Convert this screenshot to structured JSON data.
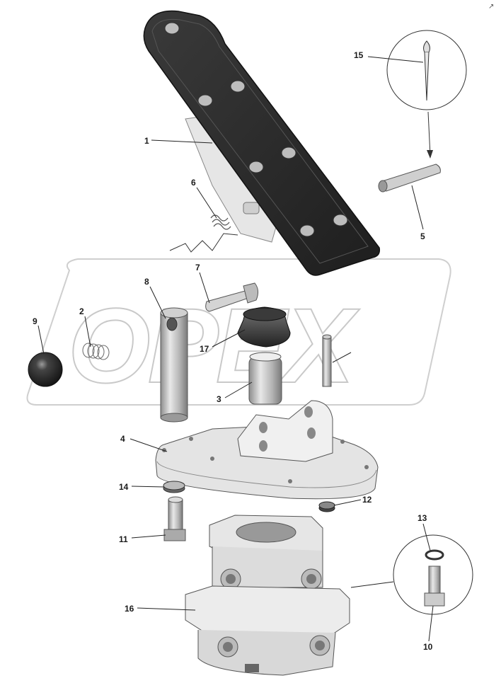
{
  "watermark": {
    "text": "OPEX"
  },
  "corner_mark": "↗",
  "callouts": [
    {
      "id": "p1",
      "label": "1"
    },
    {
      "id": "p2",
      "label": "2"
    },
    {
      "id": "p3",
      "label": "3"
    },
    {
      "id": "p4",
      "label": "4"
    },
    {
      "id": "p5",
      "label": "5"
    },
    {
      "id": "p6",
      "label": "6"
    },
    {
      "id": "p7",
      "label": "7"
    },
    {
      "id": "p8",
      "label": "8"
    },
    {
      "id": "p9",
      "label": "9"
    },
    {
      "id": "p10",
      "label": "10"
    },
    {
      "id": "p11",
      "label": "11"
    },
    {
      "id": "p12",
      "label": "12"
    },
    {
      "id": "p13",
      "label": "13"
    },
    {
      "id": "p14",
      "label": "14"
    },
    {
      "id": "p15",
      "label": "15"
    },
    {
      "id": "p16",
      "label": "16"
    },
    {
      "id": "p17",
      "label": "17"
    }
  ],
  "colors": {
    "pedal_rubber": "#2b2b2b",
    "metal_light": "#e4e4e4",
    "metal_mid": "#b9b9b9",
    "metal_dark": "#7a7a7a",
    "ink": "#222222"
  }
}
